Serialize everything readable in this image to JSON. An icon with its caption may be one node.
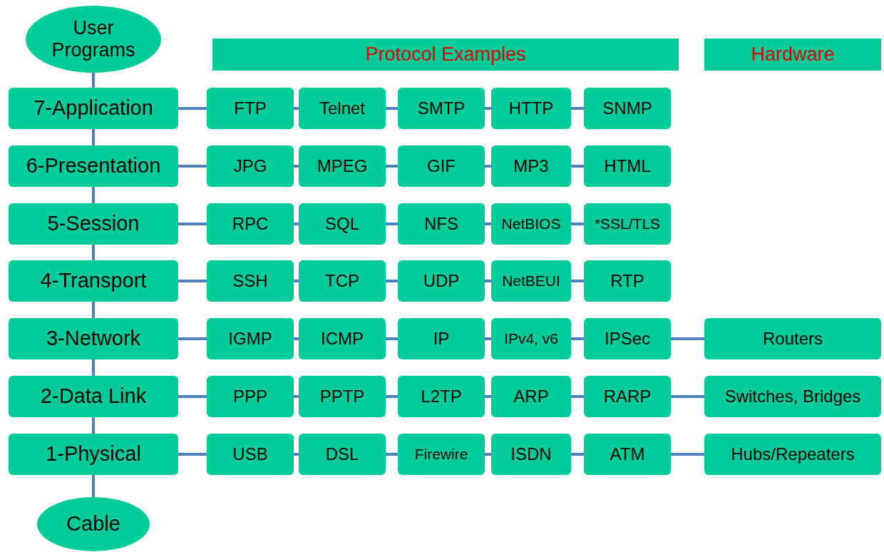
{
  "diagram": {
    "nodes": [
      {
        "text": [
          "User Programs"
        ]
      },
      {
        "text": [
          "Protocol Examples"
        ]
      },
      {
        "text": [
          "Hardware"
        ]
      },
      {
        "text": [
          "7-Application"
        ]
      },
      {
        "text": [
          "FTP"
        ]
      },
      {
        "text": [
          "Telnet"
        ]
      },
      {
        "text": [
          "SMTP"
        ]
      },
      {
        "text": [
          "HTTP"
        ]
      },
      {
        "text": [
          "SNMP"
        ]
      },
      {
        "text": [
          "6-Presentation"
        ]
      },
      {
        "text": [
          "JPG"
        ]
      },
      {
        "text": [
          "MPEG"
        ]
      },
      {
        "text": [
          "GIF"
        ]
      },
      {
        "text": [
          "MP3"
        ]
      },
      {
        "text": [
          "HTML"
        ]
      },
      {
        "text": [
          "5-Session"
        ]
      },
      {
        "text": [
          "RPC"
        ]
      },
      {
        "text": [
          "SQL"
        ]
      },
      {
        "text": [
          "NFS"
        ]
      },
      {
        "text": [
          "NetBIOS"
        ]
      },
      {
        "text": [
          "*SSL/TLS"
        ]
      },
      {
        "text": [
          "4-Transport"
        ]
      },
      {
        "text": [
          "SSH"
        ]
      },
      {
        "text": [
          "TCP"
        ]
      },
      {
        "text": [
          "UDP"
        ]
      },
      {
        "text": [
          "NetBEUI"
        ]
      },
      {
        "text": [
          "RTP"
        ]
      },
      {
        "text": [
          "3-Network"
        ]
      },
      {
        "text": [
          "IGMP"
        ]
      },
      {
        "text": [
          "ICMP"
        ]
      },
      {
        "text": [
          "IP"
        ]
      },
      {
        "text": [
          "IPv4, v6"
        ]
      },
      {
        "text": [
          "IPSec"
        ]
      },
      {
        "text": [
          "Routers"
        ]
      },
      {
        "text": [
          "2-Data Link"
        ]
      },
      {
        "text": [
          "PPP"
        ]
      },
      {
        "text": [
          "PPTP"
        ]
      },
      {
        "text": [
          "L2TP"
        ]
      },
      {
        "text": [
          "ARP"
        ]
      },
      {
        "text": [
          "RARP"
        ]
      },
      {
        "text": [
          "Switches, Bridges"
        ]
      },
      {
        "text": [
          "1-Physical"
        ]
      },
      {
        "text": [
          "USB"
        ]
      },
      {
        "text": [
          "DSL"
        ]
      },
      {
        "text": [
          "Firewire"
        ]
      },
      {
        "text": [
          "ISDN"
        ]
      },
      {
        "text": [
          "ATM"
        ]
      },
      {
        "text": [
          "Hubs/Repeaters"
        ]
      },
      {
        "text": [
          "Cable"
        ]
      }
    ],
    "edges": [
      {
        "from": 0,
        "to": 3,
        "arrow": "none"
      },
      {
        "from": 3,
        "to": 9,
        "arrow": "none"
      },
      {
        "from": 9,
        "to": 15,
        "arrow": "none"
      },
      {
        "from": 15,
        "to": 21,
        "arrow": "none"
      },
      {
        "from": 21,
        "to": 27,
        "arrow": "none"
      },
      {
        "from": 27,
        "to": 34,
        "arrow": "none"
      },
      {
        "from": 34,
        "to": 41,
        "arrow": "none"
      },
      {
        "from": 41,
        "to": 48,
        "arrow": "none"
      },
      {
        "from": 3,
        "to": 4,
        "arrow": "none"
      },
      {
        "from": 4,
        "to": 5,
        "arrow": "none"
      },
      {
        "from": 5,
        "to": 6,
        "arrow": "none"
      },
      {
        "from": 6,
        "to": 7,
        "arrow": "none"
      },
      {
        "from": 7,
        "to": 8,
        "arrow": "none"
      },
      {
        "from": 9,
        "to": 10,
        "arrow": "none"
      },
      {
        "from": 10,
        "to": 11,
        "arrow": "none"
      },
      {
        "from": 11,
        "to": 12,
        "arrow": "none"
      },
      {
        "from": 12,
        "to": 13,
        "arrow": "none"
      },
      {
        "from": 13,
        "to": 14,
        "arrow": "none"
      },
      {
        "from": 15,
        "to": 16,
        "arrow": "none"
      },
      {
        "from": 16,
        "to": 17,
        "arrow": "none"
      },
      {
        "from": 17,
        "to": 18,
        "arrow": "none"
      },
      {
        "from": 18,
        "to": 19,
        "arrow": "none"
      },
      {
        "from": 19,
        "to": 20,
        "arrow": "none"
      },
      {
        "from": 21,
        "to": 22,
        "arrow": "none"
      },
      {
        "from": 22,
        "to": 23,
        "arrow": "none"
      },
      {
        "from": 23,
        "to": 24,
        "arrow": "none"
      },
      {
        "from": 24,
        "to": 25,
        "arrow": "none"
      },
      {
        "from": 25,
        "to": 26,
        "arrow": "none"
      },
      {
        "from": 27,
        "to": 28,
        "arrow": "none"
      },
      {
        "from": 28,
        "to": 29,
        "arrow": "none"
      },
      {
        "from": 29,
        "to": 30,
        "arrow": "none"
      },
      {
        "from": 30,
        "to": 31,
        "arrow": "none"
      },
      {
        "from": 31,
        "to": 32,
        "arrow": "none"
      },
      {
        "from": 32,
        "to": 33,
        "arrow": "none"
      },
      {
        "from": 34,
        "to": 35,
        "arrow": "none"
      },
      {
        "from": 35,
        "to": 36,
        "arrow": "none"
      },
      {
        "from": 36,
        "to": 37,
        "arrow": "none"
      },
      {
        "from": 37,
        "to": 38,
        "arrow": "none"
      },
      {
        "from": 38,
        "to": 39,
        "arrow": "none"
      },
      {
        "from": 39,
        "to": 40,
        "arrow": "none"
      },
      {
        "from": 41,
        "to": 42,
        "arrow": "none"
      },
      {
        "from": 42,
        "to": 43,
        "arrow": "none"
      },
      {
        "from": 43,
        "to": 44,
        "arrow": "none"
      },
      {
        "from": 44,
        "to": 45,
        "arrow": "none"
      },
      {
        "from": 45,
        "to": 46,
        "arrow": "none"
      },
      {
        "from": 46,
        "to": 47,
        "arrow": "none"
      }
    ]
  }
}
